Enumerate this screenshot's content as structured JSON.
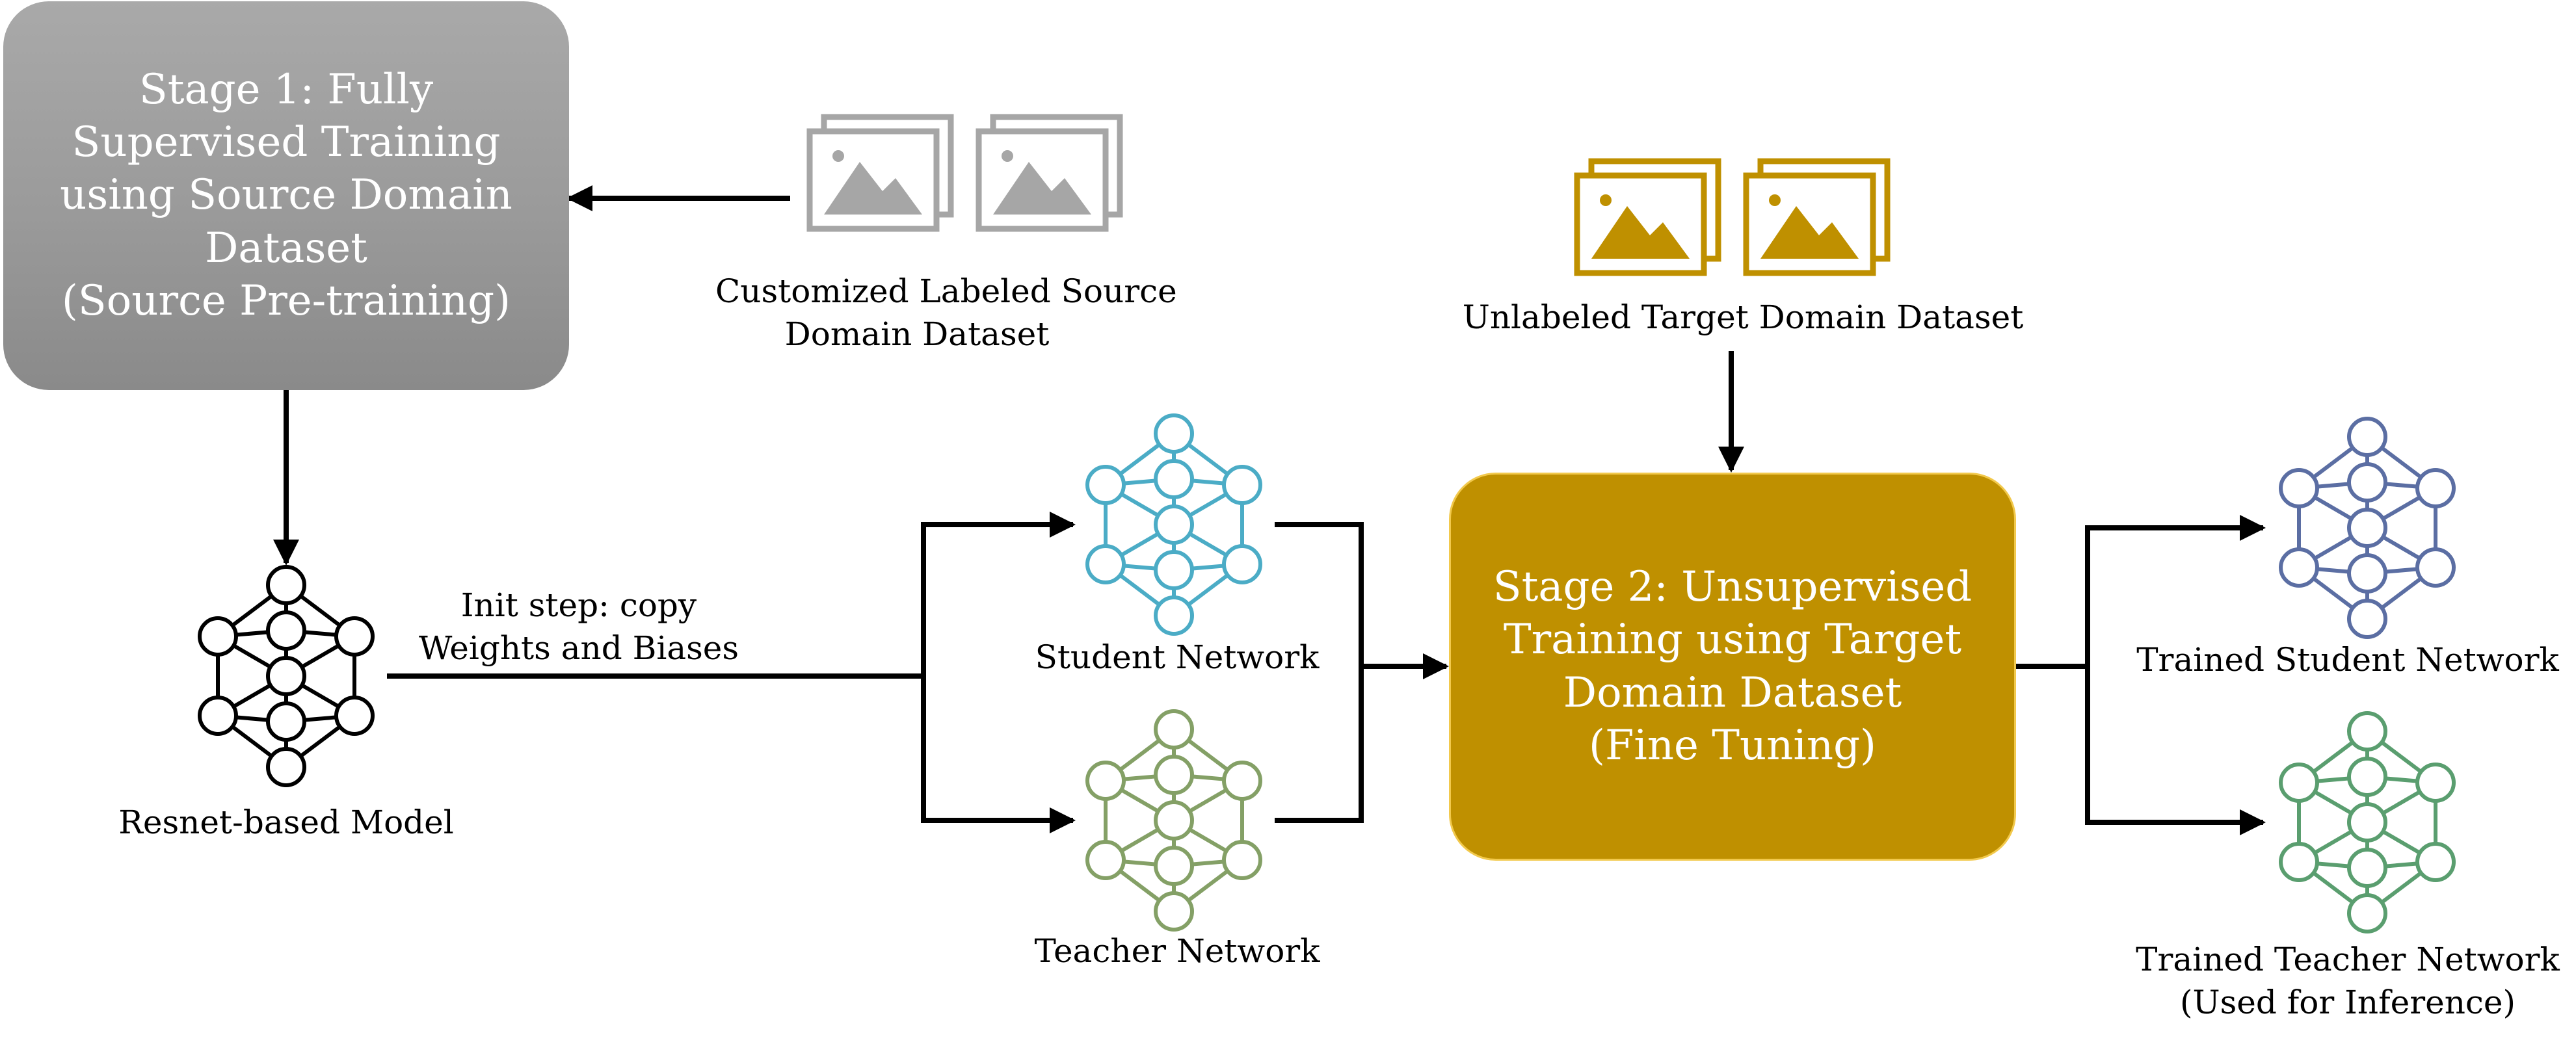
{
  "stage1": {
    "lines": [
      "Stage 1: Fully",
      "Supervised Training",
      "using Source Domain",
      "Dataset",
      "(Source Pre-training)"
    ],
    "color": "#999999"
  },
  "stage2": {
    "lines": [
      "Stage 2: Unsupervised",
      "Training using Target",
      "Domain Dataset",
      "(Fine Tuning)"
    ],
    "color": "#bf9000"
  },
  "source_dataset": {
    "label_lines": [
      "Customized Labeled Source",
      "Domain Dataset"
    ],
    "icon": "image-stack-icon",
    "color": "#a6a6a6"
  },
  "target_dataset": {
    "label": "Unlabeled Target Domain Dataset",
    "icon": "image-stack-icon",
    "color": "#bf9000"
  },
  "resnet_model": {
    "label": "Resnet-based Model",
    "icon": "neural-network-icon",
    "color": "#000000"
  },
  "init_step": {
    "lines": [
      "Init step: copy",
      "Weights and Biases"
    ]
  },
  "student_network": {
    "label": "Student Network",
    "icon": "neural-network-icon",
    "color": "#4bacc6"
  },
  "teacher_network": {
    "label": "Teacher Network",
    "icon": "neural-network-icon",
    "color": "#84a066"
  },
  "trained_student": {
    "label": "Trained Student Network",
    "icon": "neural-network-icon",
    "color": "#5b6ea3"
  },
  "trained_teacher": {
    "label_lines": [
      "Trained Teacher Network",
      "(Used for Inference)"
    ],
    "icon": "neural-network-icon",
    "color": "#5a9e6f"
  },
  "arrow_color": "#000000"
}
